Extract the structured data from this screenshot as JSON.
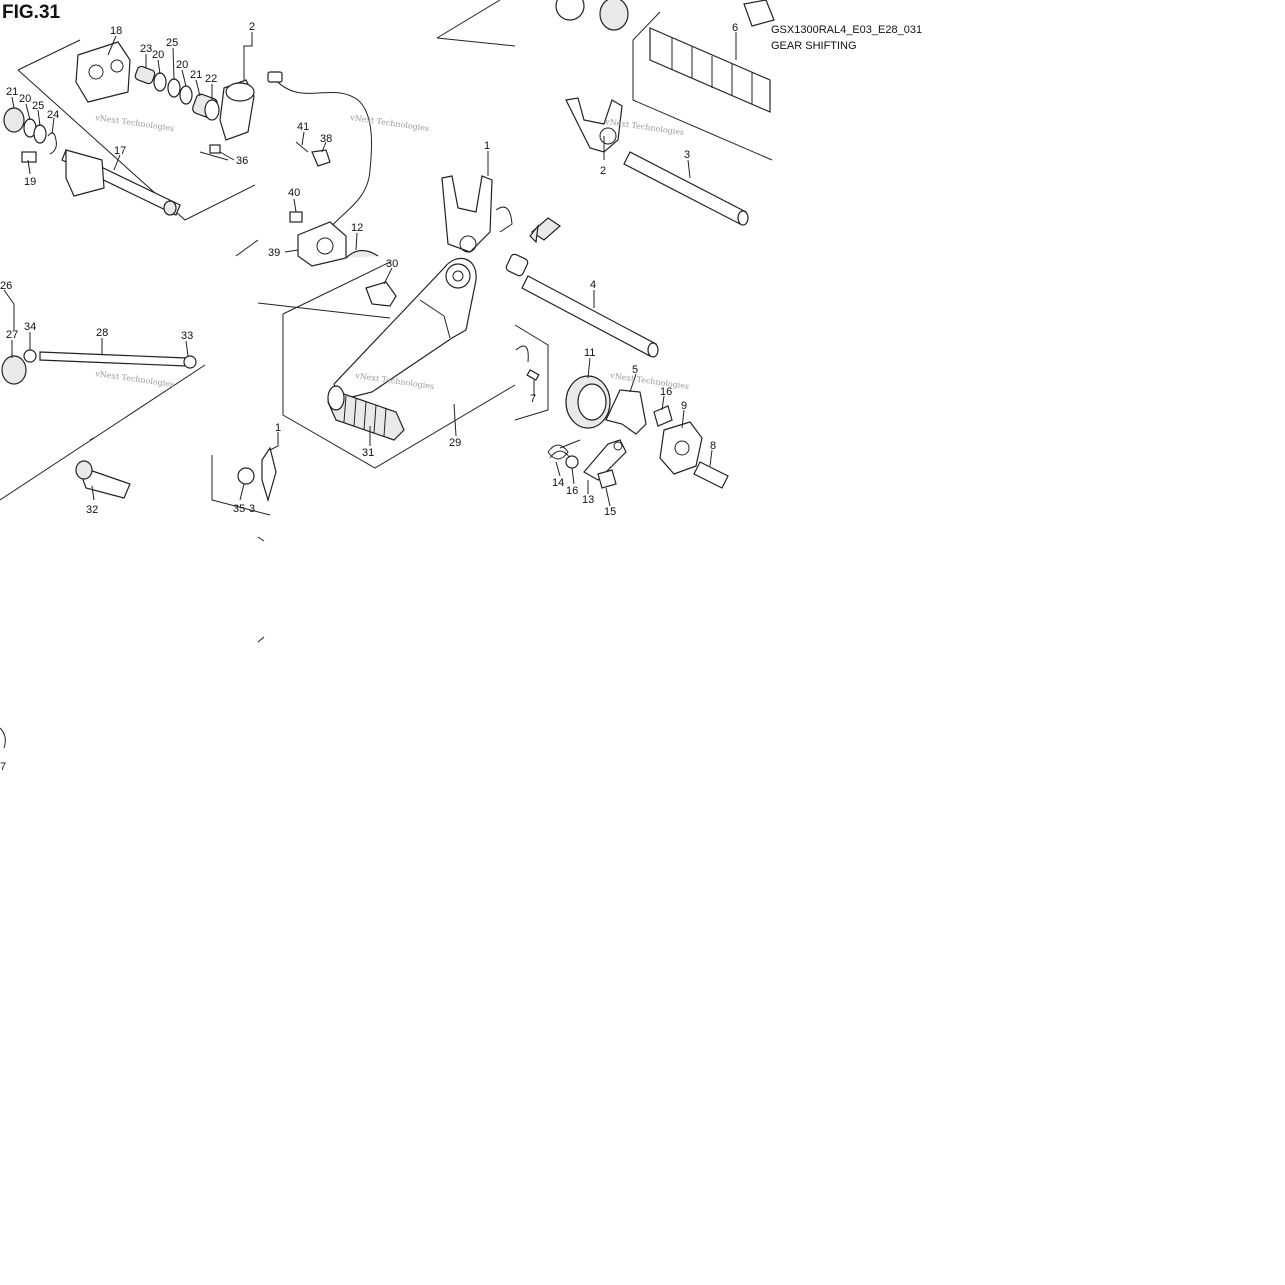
{
  "figure": {
    "label": "FIG.31",
    "model_code": "GSX1300RAL4_E03_E28_031",
    "title": "GEAR SHIFTING"
  },
  "watermark": "vNext Technologies",
  "callouts": {
    "c1a": "1",
    "c1b": "1",
    "c2a": "2",
    "c2b": "2",
    "c3a": "3",
    "c3b": "3",
    "c4": "4",
    "c5": "5",
    "c6": "6",
    "c7a": "7",
    "c7b": "7",
    "c8": "8",
    "c9": "9",
    "c11": "11",
    "c12": "12",
    "c13": "13",
    "c14": "14",
    "c15": "15",
    "c16a": "16",
    "c16b": "16",
    "c17": "17",
    "c18": "18",
    "c19": "19",
    "c20a": "20",
    "c20b": "20",
    "c21a": "21",
    "c21b": "21",
    "c22": "22",
    "c23": "23",
    "c24": "24",
    "c25a": "25",
    "c25b": "25",
    "c26": "26",
    "c27": "27",
    "c28": "28",
    "c29": "29",
    "c30": "30",
    "c31": "31",
    "c32": "32",
    "c33": "33",
    "c34": "34",
    "c35": "35",
    "c36": "36",
    "c38": "38",
    "c39": "39",
    "c40": "40",
    "c41": "41"
  }
}
